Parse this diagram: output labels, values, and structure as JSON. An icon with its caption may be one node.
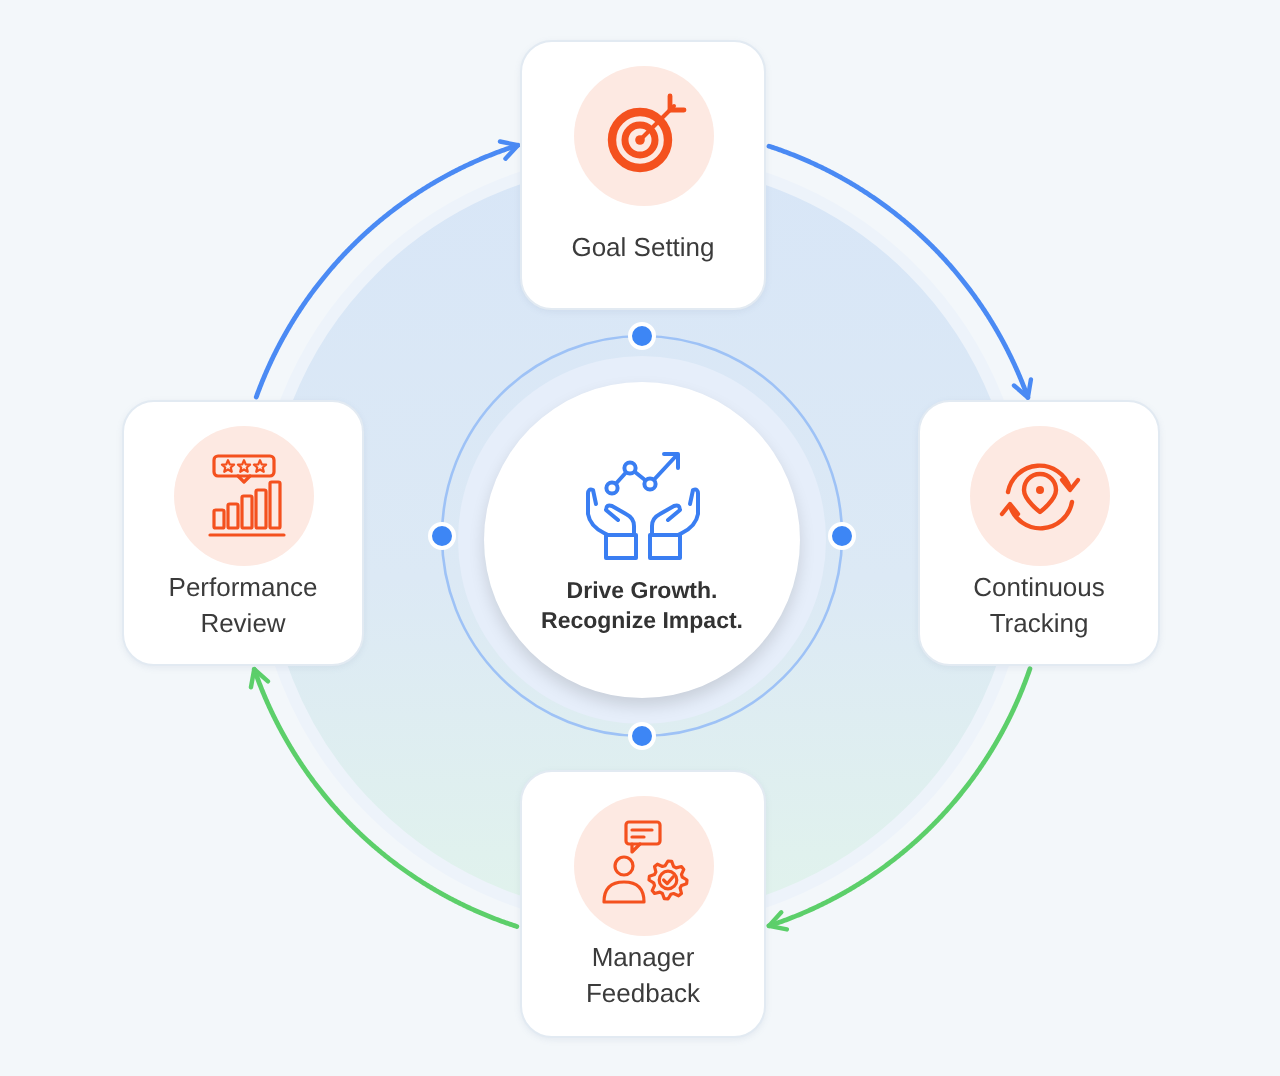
{
  "diagram": {
    "nodes": [
      {
        "text": [
          "Goal Setting"
        ]
      },
      {
        "text": [
          "Performance Review"
        ]
      },
      {
        "text": [
          "Drive Growth. Recognize Impact."
        ]
      },
      {
        "text": [
          "Continuous Tracking"
        ]
      },
      {
        "text": [
          "Manager Feedback"
        ]
      }
    ],
    "edges": [
      {
        "from": 1,
        "to": 0,
        "arrow": "to",
        "color": "#4a8af4"
      },
      {
        "from": 0,
        "to": 3,
        "arrow": "to",
        "color": "#4a8af4"
      },
      {
        "from": 3,
        "to": 4,
        "arrow": "to",
        "color": "#5ccf6a"
      },
      {
        "from": 4,
        "to": 1,
        "arrow": "to",
        "color": "#5ccf6a"
      }
    ]
  }
}
